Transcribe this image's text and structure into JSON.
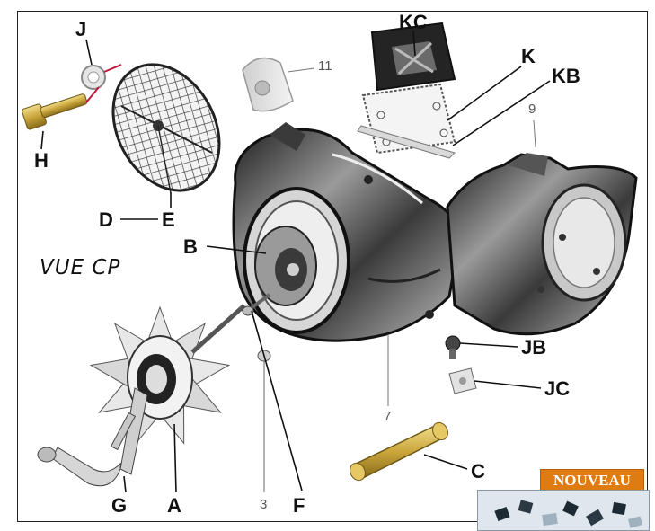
{
  "view_title": "VUE CP",
  "badge": "NOUVEAU",
  "letters": {
    "J": "J",
    "H": "H",
    "D": "D",
    "E": "E",
    "B": "B",
    "KC": "KC",
    "K": "K",
    "KB": "KB",
    "F": "F",
    "G": "G",
    "A": "A",
    "C": "C",
    "JB": "JB",
    "JC": "JC"
  },
  "numbers": {
    "n11": "11",
    "n9": "9",
    "n7": "7",
    "n3": "3"
  },
  "colors": {
    "part_dark": "#2b2b2b",
    "part_mid": "#8c8c8c",
    "part_light": "#d9d9d9",
    "brass": "#c9a53a",
    "leader_red": "#c0183c",
    "badge_orange": "#e07b12"
  }
}
